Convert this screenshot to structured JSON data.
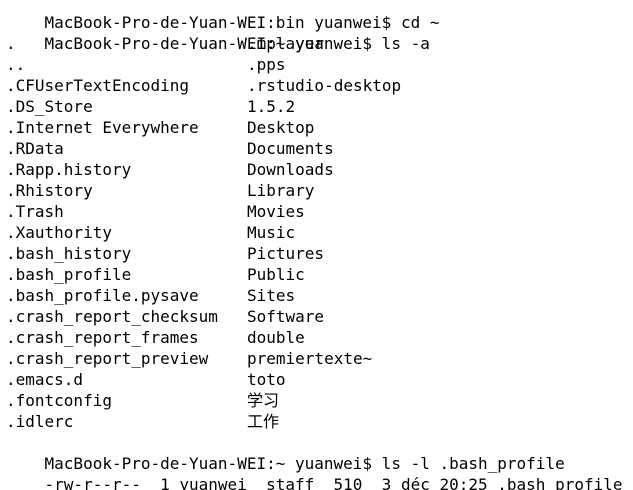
{
  "prompt_lines": [
    {
      "prompt": "MacBook-Pro-de-Yuan-WEI:bin yuanwei$",
      "command": " cd ~"
    },
    {
      "prompt": "MacBook-Pro-de-Yuan-WEI:~ yuanwei$",
      "command": " ls -a"
    }
  ],
  "listing": [
    [
      ".",
      ".mplayer"
    ],
    [
      "..",
      ".pps"
    ],
    [
      ".CFUserTextEncoding",
      ".rstudio-desktop"
    ],
    [
      ".DS_Store",
      "1.5.2"
    ],
    [
      ".Internet Everywhere",
      "Desktop"
    ],
    [
      ".RData",
      "Documents"
    ],
    [
      ".Rapp.history",
      "Downloads"
    ],
    [
      ".Rhistory",
      "Library"
    ],
    [
      ".Trash",
      "Movies"
    ],
    [
      ".Xauthority",
      "Music"
    ],
    [
      ".bash_history",
      "Pictures"
    ],
    [
      ".bash_profile",
      "Public"
    ],
    [
      ".bash_profile.pysave",
      "Sites"
    ],
    [
      ".crash_report_checksum",
      "Software"
    ],
    [
      ".crash_report_frames",
      "double"
    ],
    [
      ".crash_report_preview",
      "premiertexte~"
    ],
    [
      ".emacs.d",
      "toto"
    ],
    [
      ".fontconfig",
      "学习"
    ],
    [
      ".idlerc",
      "工作"
    ]
  ],
  "last_prompt": {
    "prompt": "MacBook-Pro-de-Yuan-WEI:~ yuanwei$",
    "command": " ls -l .bash_profile"
  },
  "long_listing": "-rw-r--r--  1 yuanwei  staff  510  3 déc 20:25 .bash_profile"
}
